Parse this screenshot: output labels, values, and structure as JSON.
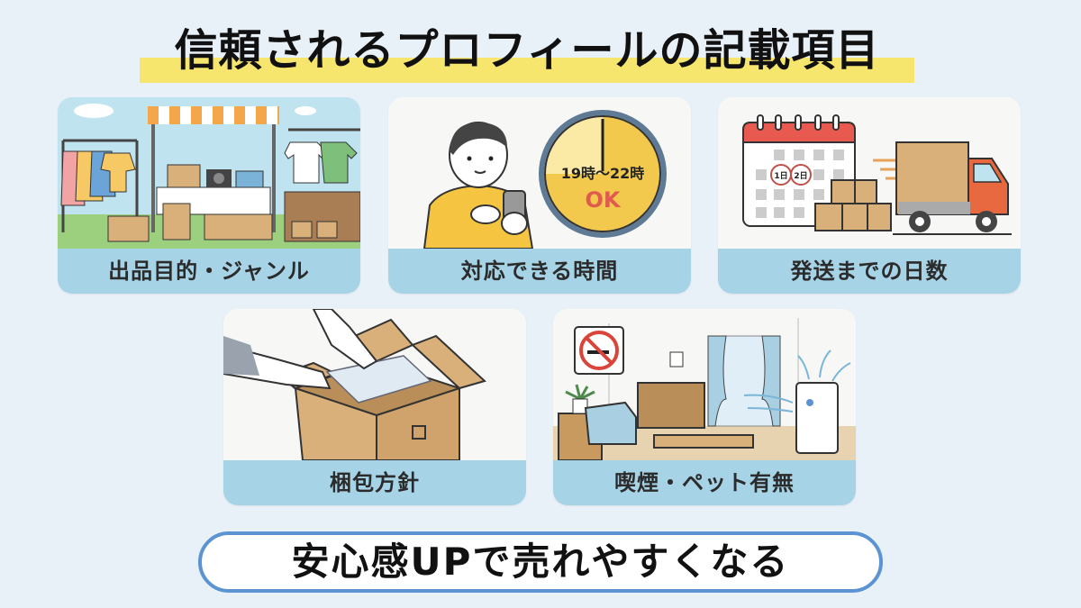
{
  "title": "信頼されるプロフィールの記載項目",
  "colors": {
    "background": "#e8f0f8",
    "title_highlight": "#f7e66e",
    "label_band": "#a7d3e6",
    "pill_border": "#5b93d3",
    "ok_red": "#e05a4f",
    "clock_yellow": "#f2c94c",
    "truck_orange": "#e8683f",
    "calendar_red": "#e85a4f"
  },
  "cards": [
    {
      "label": "出品目的・ジャンル",
      "illustration": "flea-market-stall"
    },
    {
      "label": "対応できる時間",
      "illustration": "person-with-phone-and-clock",
      "clock_text": "19時〜22時",
      "clock_ok": "OK"
    },
    {
      "label": "発送までの日数",
      "illustration": "calendar-boxes-truck",
      "calendar_marks": [
        "1日",
        "2日"
      ]
    },
    {
      "label": "梱包方針",
      "illustration": "hands-packing-box"
    },
    {
      "label": "喫煙・ペット有無",
      "illustration": "clean-room-no-smoking-air-purifier"
    }
  ],
  "footer": {
    "text": "安心感UPで売れやすくなる"
  }
}
